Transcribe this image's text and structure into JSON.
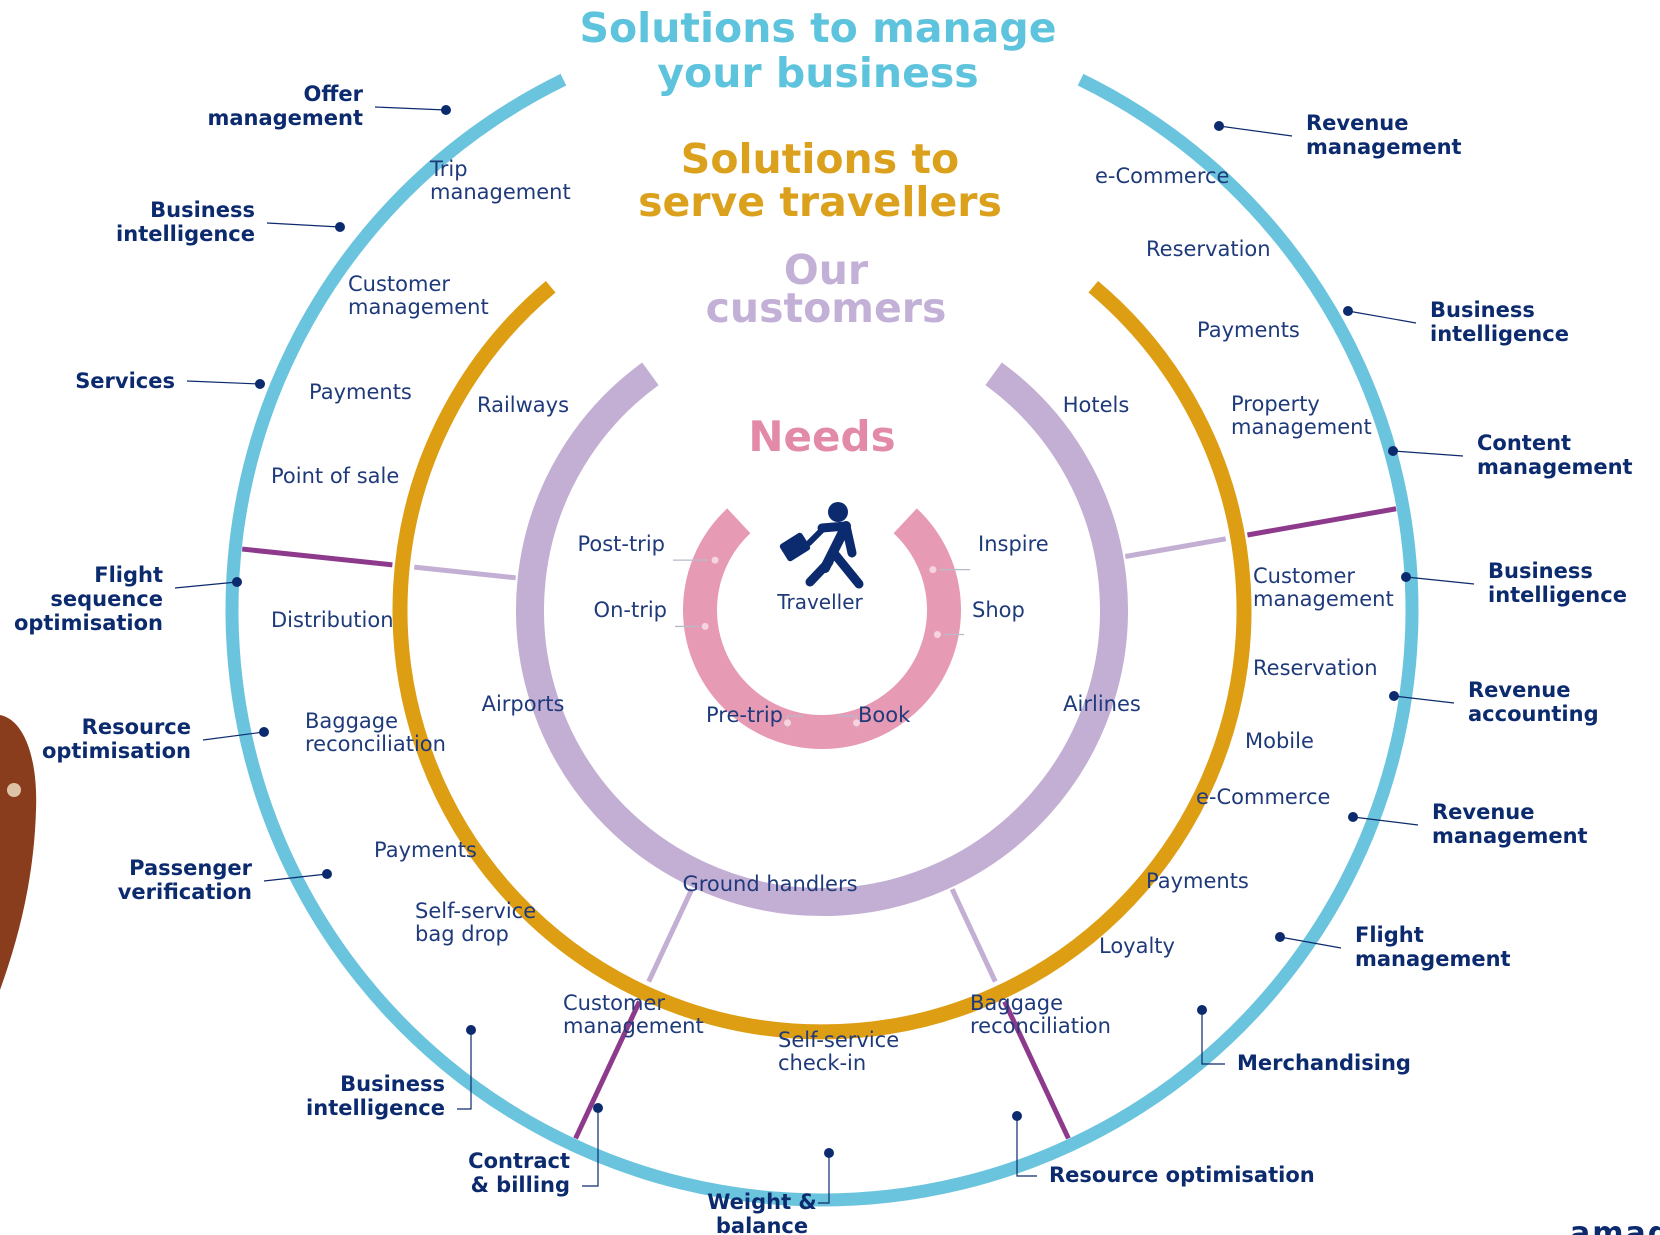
{
  "colors": {
    "outer_ring": "#6bc4dd",
    "middle_ring": "#dd9e14",
    "inner_ring": "#c3afd4",
    "needs_ring": "#e79ab4",
    "dark_label": "#0c2a6e",
    "divider": "#8e3a8c",
    "photo": "#8a3d1c"
  },
  "headers": {
    "outer_line1": "Solutions to manage",
    "outer_line2": "your business",
    "middle_line1": "Solutions to",
    "middle_line2": "serve travellers",
    "inner_line1": "Our",
    "inner_line2": "customers",
    "needs": "Needs"
  },
  "center": {
    "icon": "traveller-icon",
    "label": "Traveller"
  },
  "needs": [
    "Post-trip",
    "On-trip",
    "Pre-trip",
    "Book",
    "Shop",
    "Inspire"
  ],
  "customers": [
    "Railways",
    "Airports",
    "Ground  handlers",
    "Airlines",
    "Hotels"
  ],
  "serve_travellers": {
    "railways": [
      [
        "Trip",
        "management"
      ],
      [
        "Customer",
        "management"
      ],
      [
        "Payments"
      ],
      [
        "Point of sale"
      ]
    ],
    "airports": [
      [
        "Distribution"
      ],
      [
        "Baggage",
        "reconciliation"
      ],
      [
        "Payments"
      ],
      [
        "Self-service",
        "bag drop"
      ]
    ],
    "ground_handlers": [
      [
        "Customer",
        "management"
      ],
      [
        "Self-service",
        "check-in"
      ],
      [
        "Baggage",
        "reconciliation"
      ]
    ],
    "airlines": [
      [
        "Customer",
        "management"
      ],
      [
        "Reservation"
      ],
      [
        "Mobile"
      ],
      [
        "e-Commerce"
      ],
      [
        "Payments"
      ],
      [
        "Loyalty"
      ]
    ],
    "hotels": [
      [
        "e-Commerce"
      ],
      [
        "Reservation"
      ],
      [
        "Payments"
      ],
      [
        "Property",
        "management"
      ]
    ]
  },
  "manage_business": [
    [
      "Offer",
      "management"
    ],
    [
      "Business",
      "intelligence"
    ],
    [
      "Services"
    ],
    [
      "Flight",
      "sequence",
      "optimisation"
    ],
    [
      "Resource",
      "optimisation"
    ],
    [
      "Passenger",
      "verification"
    ],
    [
      "Business",
      "intelligence"
    ],
    [
      "Contract",
      "& billing"
    ],
    [
      "Weight &",
      "balance"
    ],
    [
      "Resource optimisation"
    ],
    [
      "Merchandising"
    ],
    [
      "Flight",
      "management"
    ],
    [
      "Revenue",
      "management"
    ],
    [
      "Revenue",
      "accounting"
    ],
    [
      "Business",
      "intelligence"
    ],
    [
      "Content",
      "management"
    ],
    [
      "Business",
      "intelligence"
    ],
    [
      "Revenue",
      "management"
    ]
  ],
  "brand": "amadeus"
}
